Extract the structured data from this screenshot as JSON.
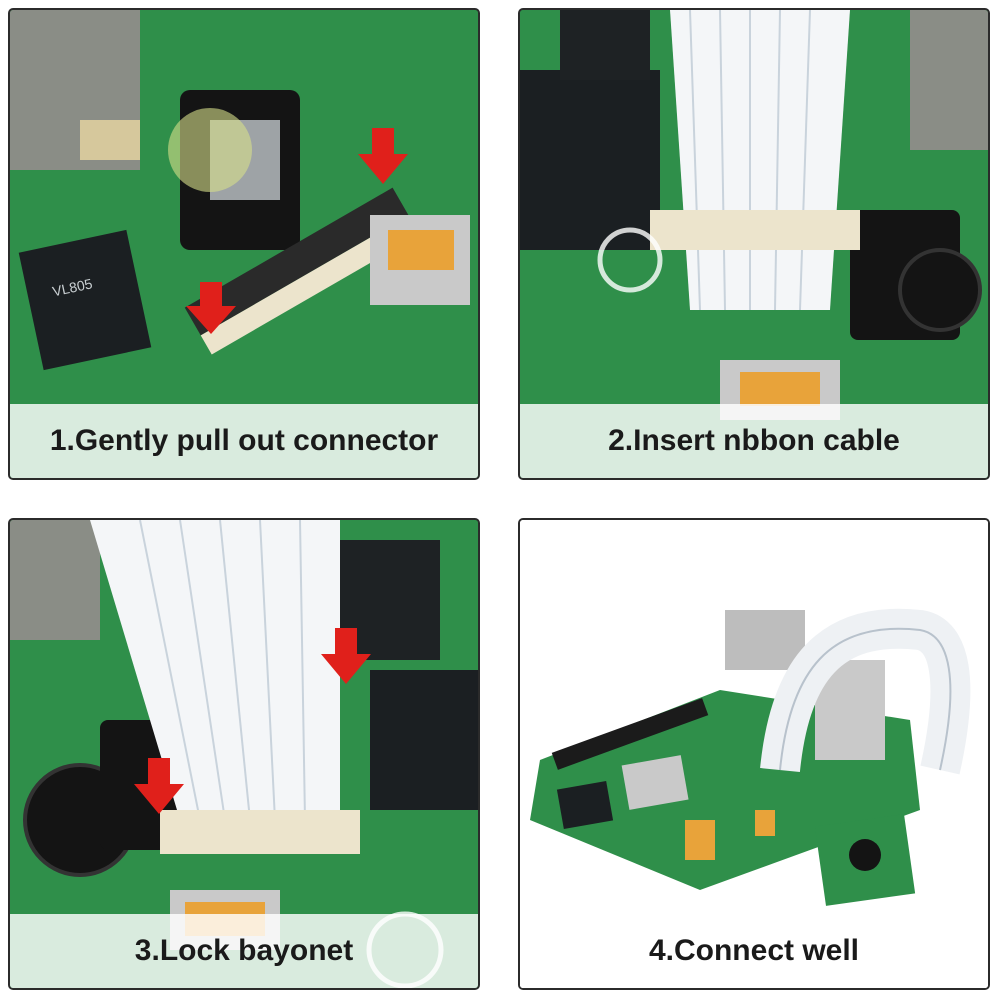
{
  "steps": [
    {
      "caption": "1.Gently pull out connector"
    },
    {
      "caption": "2.Insert nbbon cable"
    },
    {
      "caption": "3.Lock bayonet"
    },
    {
      "caption": "4.Connect well"
    }
  ],
  "colors": {
    "pcb_green": "#2f8f4a",
    "arrow_red": "#e0201b",
    "connector_ivory": "#ece4cc",
    "ribbon_white": "#f4f6f8",
    "hdmi_gold": "#e8a33a"
  },
  "icons": [
    "arrow-down-icon"
  ]
}
